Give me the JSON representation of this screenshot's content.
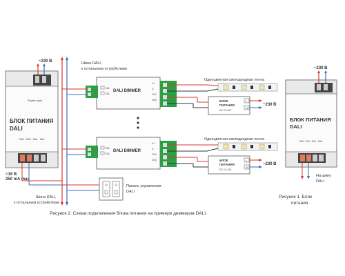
{
  "mains": {
    "v230_1": "~230 В",
    "v230_2": "~230 В",
    "v230_3": "~230 В",
    "v230_4": "~230 В"
  },
  "psu_left": {
    "title_line1": "БЛОК ПИТАНИЯ",
    "title_line2": "DALI",
    "power_input": "Power input",
    "terminals": [
      "DA+",
      "DA+",
      "DA-",
      "DA-"
    ],
    "spec_line1": "=16 В",
    "spec_line2": "250 mA max"
  },
  "psu_right": {
    "title_line1": "БЛОК ПИТАНИЯ",
    "title_line2": "DALI",
    "terminals": [
      "DA+",
      "DA+",
      "DA-",
      "DA-"
    ],
    "bus_label_line1": "На шину",
    "bus_label_line2": "DALI"
  },
  "bus": {
    "top_line1": "Шина DALI,",
    "top_line2": "к остальным устройствам",
    "bottom_line1": "Шина DALI,",
    "bottom_line2": "к остальным устройствам"
  },
  "dimmers": [
    {
      "title": "DALI DIMMER",
      "input_terms": [
        "DA",
        "DA"
      ],
      "output_terms": [
        "V+",
        "V-",
        "CH1",
        "CH2"
      ]
    },
    {
      "title": "DALI DIMMER",
      "input_terms": [
        "DA",
        "DA"
      ],
      "output_terms": [
        "V+",
        "V-",
        "CH1",
        "CH2"
      ]
    }
  ],
  "led_strips": [
    {
      "label": "Одноцветная светодиодная лента"
    },
    {
      "label": "Одноцветная светодиодная лента"
    }
  ],
  "power_units": [
    {
      "title_line1": "БЛОК",
      "title_line2": "ПИТАНИЯ",
      "model": "DC 12-24V",
      "terms": [
        "L",
        "N"
      ]
    },
    {
      "title_line1": "БЛОК",
      "title_line2": "ПИТАНИЯ",
      "model": "DC 12-24V",
      "terms": [
        "L",
        "N"
      ]
    }
  ],
  "panel": {
    "label_line1": "Панель управления",
    "label_line2": "DALI"
  },
  "captions": {
    "figure2": "Рисунок 2. Схема подключения блока питания на примере диммеров DALI.",
    "figure1_line1": "Рисунок 1. Блок",
    "figure1_line2": "питания."
  },
  "colors": {
    "live_wire": "#d9342b",
    "neutral_wire": "#2f6fbf",
    "terminal_green": "#2e9e44",
    "bus_wire": "#d9342b",
    "text": "#333333"
  }
}
